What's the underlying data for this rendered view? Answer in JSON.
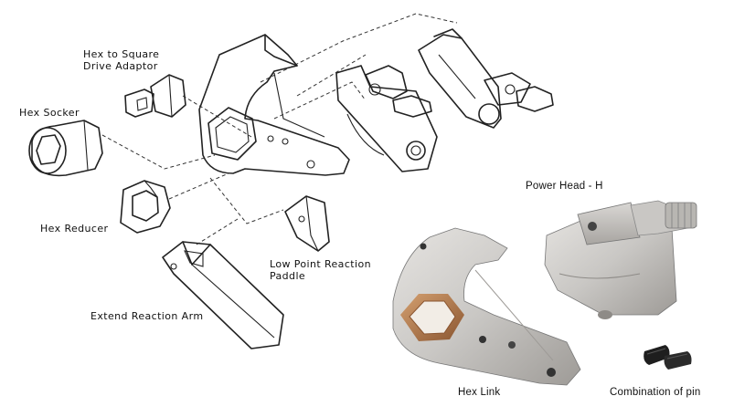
{
  "labels": {
    "hex_to_square": "Hex to Square\nDrive Adaptor",
    "hex_socket": "Hex Socker",
    "hex_reducer": "Hex Reducer",
    "low_point": "Low Point Reaction\nPaddle",
    "extend_arm": "Extend Reaction Arm",
    "power_head": "Power Head - H",
    "hex_link": "Hex Link",
    "pin": "Combination of pin"
  },
  "colors": {
    "line": "#222222",
    "metal": "#c9c7c4",
    "metal_dark": "#9e9b97",
    "bronze": "#b07a4a",
    "pin": "#1a1a1a"
  }
}
